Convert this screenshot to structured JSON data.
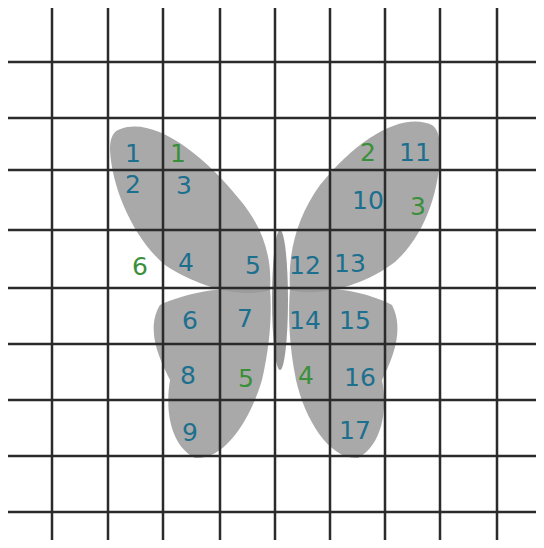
{
  "diagram": {
    "labels": [
      "1",
      "1",
      "2",
      "11",
      "2",
      "3",
      "10",
      "3",
      "6",
      "4",
      "5",
      "12",
      "13",
      "6",
      "7",
      "14",
      "15",
      "8",
      "5",
      "4",
      "16",
      "9",
      "17"
    ]
  }
}
